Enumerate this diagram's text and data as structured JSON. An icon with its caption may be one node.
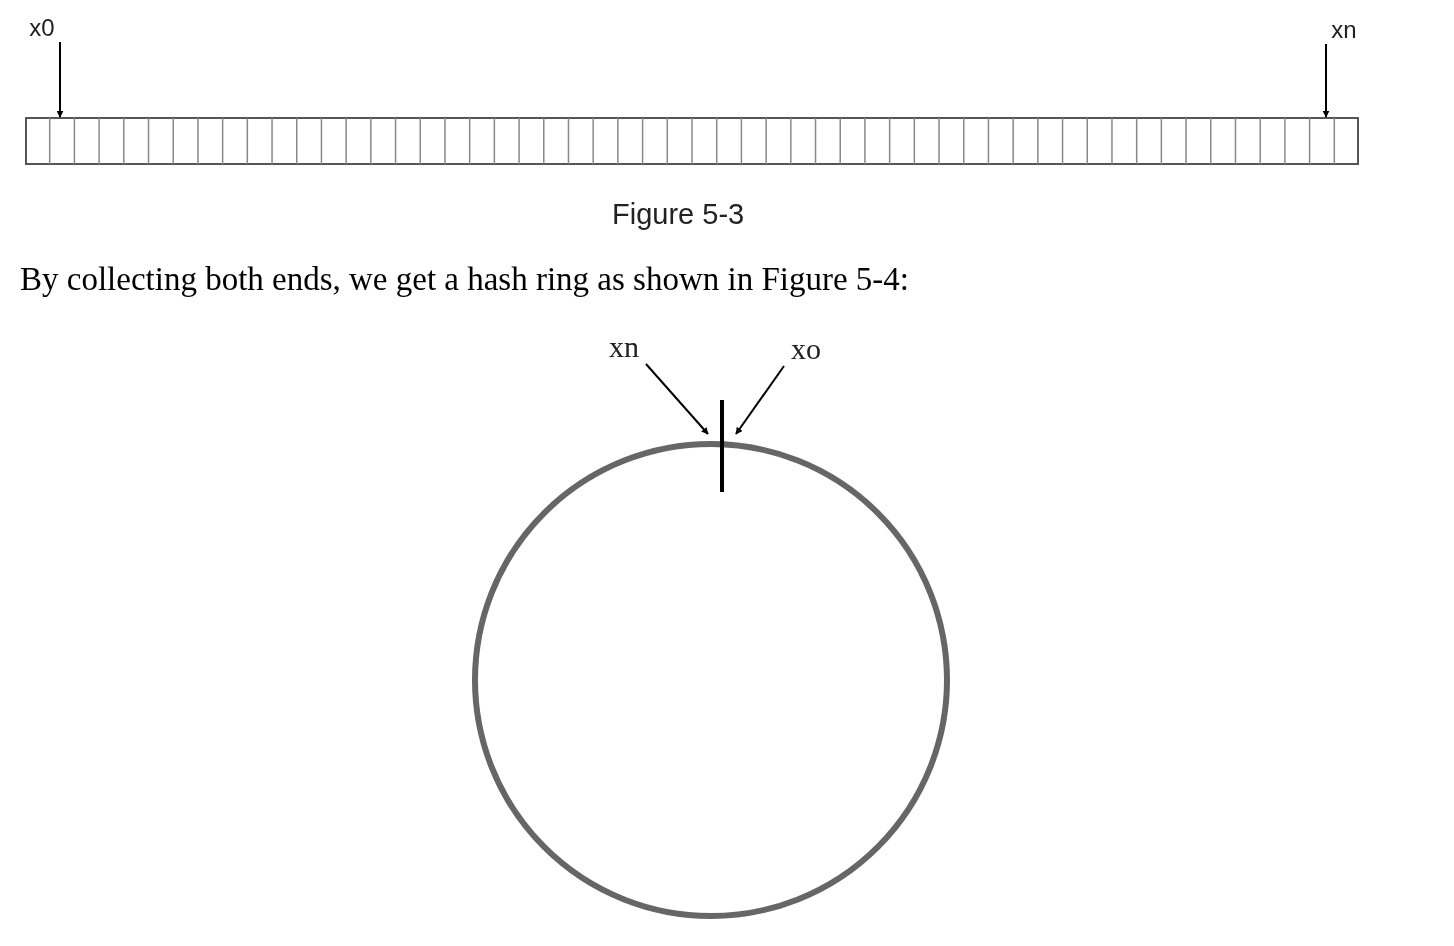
{
  "diagram": {
    "nodes": [
      {
        "text": [
          "x0"
        ]
      },
      {
        "text": [
          "xn"
        ]
      },
      {
        "text": [],
        "shape": "bar"
      },
      {
        "text": [
          "xn"
        ]
      },
      {
        "text": [
          "xo"
        ]
      },
      {
        "text": [],
        "shape": "bar"
      }
    ],
    "edges": [
      {
        "from": 0,
        "to": 2,
        "arrow": "to"
      },
      {
        "from": 1,
        "to": 2,
        "arrow": "to"
      },
      {
        "from": 3,
        "to": 5,
        "arrow": "to"
      },
      {
        "from": 4,
        "to": 5,
        "arrow": "to"
      }
    ],
    "labels": [
      "Figure 5-3",
      "By collecting both ends, we get a hash ring as shown in Figure 5-4:"
    ]
  }
}
